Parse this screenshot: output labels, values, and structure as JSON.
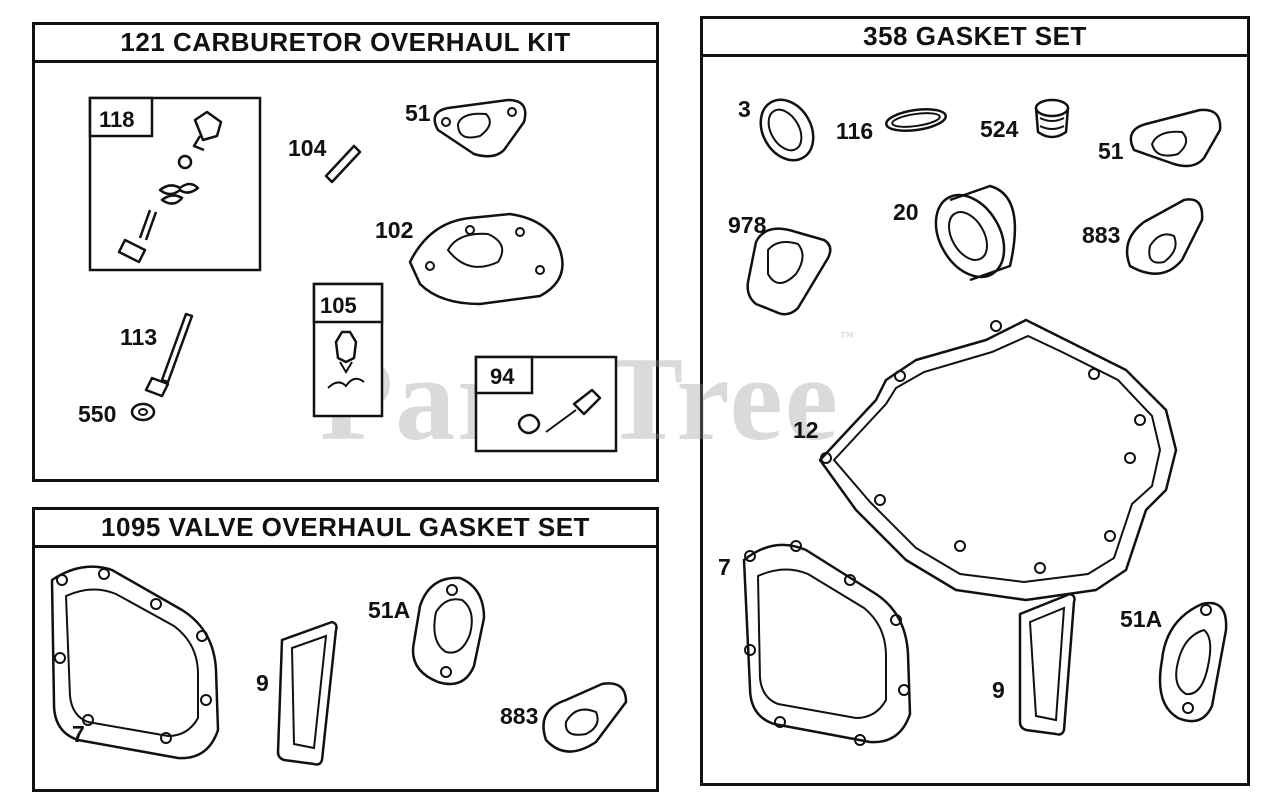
{
  "watermark": "PartsTree",
  "watermark_tm": "™",
  "panels": {
    "carb": {
      "title": "121 CARBURETOR OVERHAUL KIT",
      "subkits": {
        "k118": "118",
        "k105": "105",
        "k94": "94"
      },
      "labels": {
        "l104": "104",
        "l51": "51",
        "l102": "102",
        "l113": "113",
        "l550": "550"
      }
    },
    "valve": {
      "title": "1095 VALVE OVERHAUL GASKET SET",
      "labels": {
        "l7": "7",
        "l9": "9",
        "l51a": "51A",
        "l883": "883"
      }
    },
    "gasket": {
      "title": "358 GASKET SET",
      "labels": {
        "l3": "3",
        "l116": "116",
        "l524": "524",
        "l51": "51",
        "l978": "978",
        "l20": "20",
        "l883": "883",
        "l12": "12",
        "l7": "7",
        "l9": "9",
        "l51a": "51A"
      }
    }
  }
}
